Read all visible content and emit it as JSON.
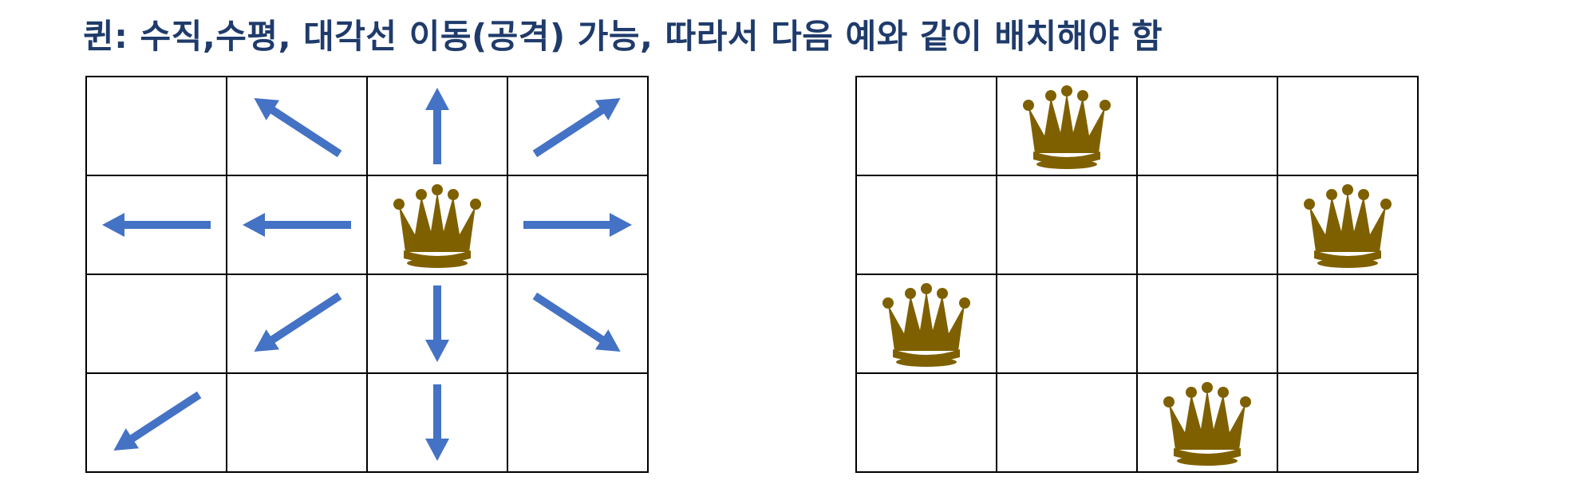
{
  "title": "퀸: 수직,수평, 대각선 이동(공격) 가능, 따라서 다음 예와 같이 배치해야 함",
  "colors": {
    "title": "#1f3b6b",
    "arrow": "#4472c4",
    "queen": "#7f6000",
    "grid": "#000000"
  },
  "icons": {
    "piece": "queen-crown-icon",
    "direction": "arrow-icon"
  },
  "left_board": {
    "rows": 4,
    "cols": 4,
    "queen": {
      "row": 1,
      "col": 2
    },
    "arrows": [
      {
        "row": 0,
        "col": 1,
        "direction": "up-left"
      },
      {
        "row": 0,
        "col": 2,
        "direction": "up"
      },
      {
        "row": 0,
        "col": 3,
        "direction": "up-right"
      },
      {
        "row": 1,
        "col": 0,
        "direction": "left"
      },
      {
        "row": 1,
        "col": 1,
        "direction": "left"
      },
      {
        "row": 1,
        "col": 3,
        "direction": "right"
      },
      {
        "row": 2,
        "col": 1,
        "direction": "down-left"
      },
      {
        "row": 2,
        "col": 2,
        "direction": "down"
      },
      {
        "row": 2,
        "col": 3,
        "direction": "down-right"
      },
      {
        "row": 3,
        "col": 0,
        "direction": "down-left"
      },
      {
        "row": 3,
        "col": 2,
        "direction": "down"
      }
    ]
  },
  "right_board": {
    "rows": 4,
    "cols": 4,
    "queens": [
      {
        "row": 0,
        "col": 1
      },
      {
        "row": 1,
        "col": 3
      },
      {
        "row": 2,
        "col": 0
      },
      {
        "row": 3,
        "col": 2
      }
    ]
  }
}
